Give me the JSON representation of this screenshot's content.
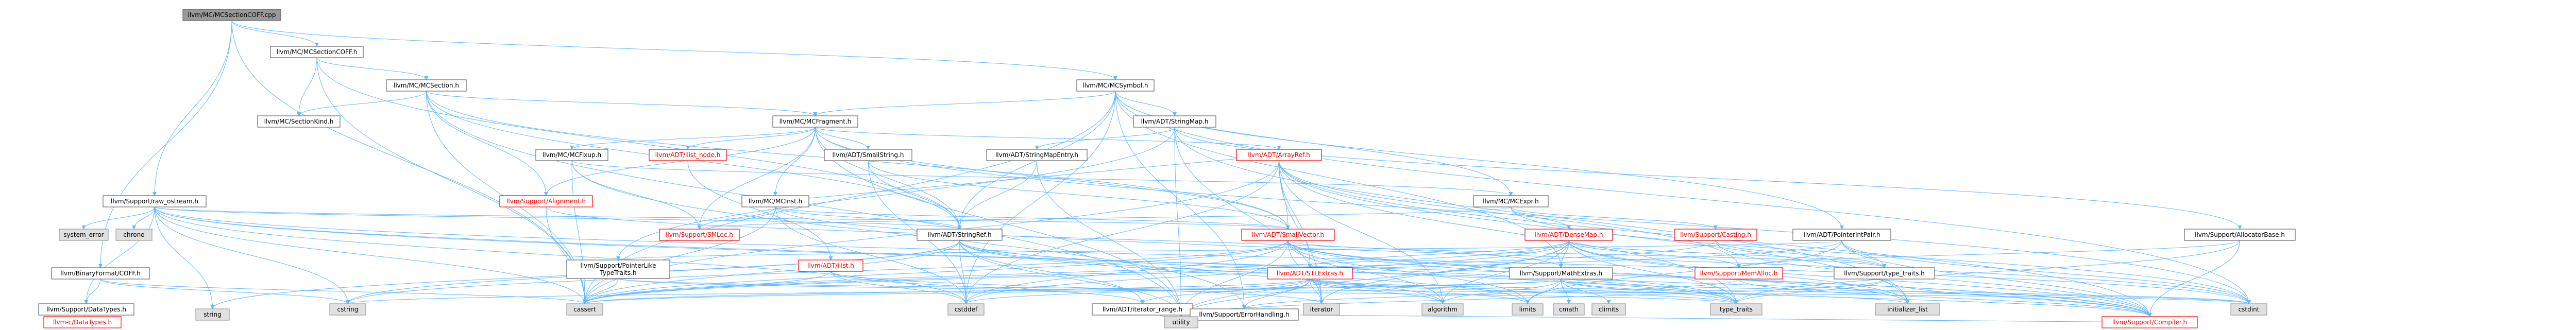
{
  "colors": {
    "root_fill": "#999999",
    "node_fill": "#ffffff",
    "node_border": "#666666",
    "node_border_red": "#ff0000",
    "system_fill": "#e0e0e0",
    "system_border": "#999999",
    "text": "#000000",
    "text_red": "#ff0000",
    "edge": "#63b8ff"
  },
  "nodes": [
    {
      "id": "root",
      "label": "llvm/MC/MCSectionCOFF.cpp",
      "kind": "root"
    },
    {
      "id": "mcsectioncoff",
      "label": "llvm/MC/MCSectionCOFF.h",
      "kind": "normal"
    },
    {
      "id": "mcsymbol",
      "label": "llvm/MC/MCSymbol.h",
      "kind": "normal"
    },
    {
      "id": "mcsection",
      "label": "llvm/MC/MCSection.h",
      "kind": "normal"
    },
    {
      "id": "mcsectionkind",
      "label": "llvm/MC/SectionKind.h",
      "kind": "normal"
    },
    {
      "id": "mcfragment",
      "label": "llvm/MC/MCFragment.h",
      "kind": "normal"
    },
    {
      "id": "stringmap",
      "label": "llvm/ADT/StringMap.h",
      "kind": "normal"
    },
    {
      "id": "rawostream",
      "label": "llvm/Support/raw_ostream.h",
      "kind": "normal"
    },
    {
      "id": "mcfixup",
      "label": "llvm/MC/MCFixup.h",
      "kind": "normal"
    },
    {
      "id": "ilistnode",
      "label": "llvm/ADT/ilist_node.h",
      "kind": "red"
    },
    {
      "id": "mcinst",
      "label": "llvm/MC/MCInst.h",
      "kind": "normal"
    },
    {
      "id": "smallstring",
      "label": "llvm/ADT/SmallString.h",
      "kind": "normal"
    },
    {
      "id": "stringmapentry",
      "label": "llvm/ADT/StringMapEntry.h",
      "kind": "normal"
    },
    {
      "id": "arrayref",
      "label": "llvm/ADT/ArrayRef.h",
      "kind": "red"
    },
    {
      "id": "mcexpr",
      "label": "llvm/MC/MCExpr.h",
      "kind": "normal"
    },
    {
      "id": "pointerintpair",
      "label": "llvm/ADT/PointerIntPair.h",
      "kind": "normal"
    },
    {
      "id": "allocatorbase",
      "label": "llvm/Support/AllocatorBase.h",
      "kind": "normal"
    },
    {
      "id": "systemerror",
      "label": "system_error",
      "kind": "system"
    },
    {
      "id": "chrono",
      "label": "chrono",
      "kind": "system"
    },
    {
      "id": "alignment",
      "label": "llvm/Support/Alignment.h",
      "kind": "red"
    },
    {
      "id": "smloc",
      "label": "llvm/Support/SMLoc.h",
      "kind": "red"
    },
    {
      "id": "stringref",
      "label": "llvm/ADT/StringRef.h",
      "kind": "normal"
    },
    {
      "id": "smallvector",
      "label": "llvm/ADT/SmallVector.h",
      "kind": "red"
    },
    {
      "id": "densemap",
      "label": "llvm/ADT/DenseMap.h",
      "kind": "red"
    },
    {
      "id": "casting",
      "label": "llvm/Support/Casting.h",
      "kind": "red"
    },
    {
      "id": "binaryformatcoff",
      "label": "llvm/BinaryFormat/COFF.h",
      "kind": "normal"
    },
    {
      "id": "pointerliketypetraits",
      "label": "llvm/Support/PointerLike\nTypeTraits.h",
      "kind": "normal"
    },
    {
      "id": "ilist",
      "label": "llvm/ADT/ilist.h",
      "kind": "red"
    },
    {
      "id": "stlextras",
      "label": "llvm/ADT/STLExtras.h",
      "kind": "red"
    },
    {
      "id": "mathextras",
      "label": "llvm/Support/MathExtras.h",
      "kind": "normal"
    },
    {
      "id": "memalloc",
      "label": "llvm/Support/MemAlloc.h",
      "kind": "red"
    },
    {
      "id": "typetraits",
      "label": "llvm/Support/type_traits.h",
      "kind": "normal"
    },
    {
      "id": "supportdatatypes",
      "label": "llvm/Support/DataTypes.h",
      "kind": "normal"
    },
    {
      "id": "cstring",
      "label": "cstring",
      "kind": "system"
    },
    {
      "id": "cassert",
      "label": "cassert",
      "kind": "system"
    },
    {
      "id": "cstddef",
      "label": "cstddef",
      "kind": "system"
    },
    {
      "id": "iteratorrange",
      "label": "llvm/ADT/iterator_range.h",
      "kind": "normal"
    },
    {
      "id": "errorhandling",
      "label": "llvm/Support/ErrorHandling.h",
      "kind": "normal"
    },
    {
      "id": "iterator",
      "label": "iterator",
      "kind": "system"
    },
    {
      "id": "algorithm",
      "label": "algorithm",
      "kind": "system"
    },
    {
      "id": "limits",
      "label": "limits",
      "kind": "system"
    },
    {
      "id": "cmath",
      "label": "cmath",
      "kind": "system"
    },
    {
      "id": "climits",
      "label": "climits",
      "kind": "system"
    },
    {
      "id": "typetraitsstd",
      "label": "type_traits",
      "kind": "system"
    },
    {
      "id": "initializerlist",
      "label": "initializer_list",
      "kind": "system"
    },
    {
      "id": "cstdint",
      "label": "cstdint",
      "kind": "system"
    },
    {
      "id": "cdatatypes",
      "label": "llvm-c/DataTypes.h",
      "kind": "red"
    },
    {
      "id": "string",
      "label": "string",
      "kind": "system"
    },
    {
      "id": "utility",
      "label": "utility",
      "kind": "system"
    },
    {
      "id": "compiler",
      "label": "llvm/Support/Compiler.h",
      "kind": "red"
    }
  ],
  "edges": [
    [
      "root",
      "mcsectioncoff"
    ],
    [
      "root",
      "mcsymbol"
    ],
    [
      "root",
      "rawostream"
    ],
    [
      "root",
      "binaryformatcoff"
    ],
    [
      "root",
      "cassert"
    ],
    [
      "mcsectioncoff",
      "mcsection"
    ],
    [
      "mcsectioncoff",
      "mcsectionkind"
    ],
    [
      "mcsectioncoff",
      "stringref"
    ],
    [
      "mcsectioncoff",
      "cassert"
    ],
    [
      "mcsection",
      "mcsectionkind"
    ],
    [
      "mcsection",
      "mcfragment"
    ],
    [
      "mcsection",
      "smallvector"
    ],
    [
      "mcsection",
      "alignment"
    ],
    [
      "mcsection",
      "cassert"
    ],
    [
      "mcsection",
      "utility"
    ],
    [
      "mcsection",
      "stringref"
    ],
    [
      "mcfragment",
      "mcfixup"
    ],
    [
      "mcfragment",
      "mcinst"
    ],
    [
      "mcfragment",
      "ilistnode"
    ],
    [
      "mcfragment",
      "smallstring"
    ],
    [
      "mcfragment",
      "arrayref"
    ],
    [
      "mcfragment",
      "smallvector"
    ],
    [
      "mcfragment",
      "stringref"
    ],
    [
      "mcfragment",
      "alignment"
    ],
    [
      "mcfragment",
      "smloc"
    ],
    [
      "mcfragment",
      "cstdint"
    ],
    [
      "mcfragment",
      "utility"
    ],
    [
      "mcsymbol",
      "stringmap"
    ],
    [
      "mcsymbol",
      "mcfragment"
    ],
    [
      "mcsymbol",
      "mcexpr"
    ],
    [
      "mcsymbol",
      "pointerintpair"
    ],
    [
      "mcsymbol",
      "stringref"
    ],
    [
      "mcsymbol",
      "errorhandling"
    ],
    [
      "mcsymbol",
      "cassert"
    ],
    [
      "mcsymbol",
      "cstddef"
    ],
    [
      "mcsymbol",
      "cstdint"
    ],
    [
      "mcsymbol",
      "mathextras"
    ],
    [
      "stringmap",
      "stringmapentry"
    ],
    [
      "stringmap",
      "allocatorbase"
    ],
    [
      "stringmap",
      "iterator"
    ],
    [
      "stringmap",
      "initializerlist"
    ],
    [
      "stringmap",
      "utility"
    ],
    [
      "stringmap",
      "pointerliketypetraits"
    ],
    [
      "stringmapentry",
      "stringref"
    ],
    [
      "stringmapentry",
      "utility"
    ],
    [
      "smallstring",
      "smallvector"
    ],
    [
      "smallstring",
      "stringref"
    ],
    [
      "smallstring",
      "cstddef"
    ],
    [
      "mcinst",
      "smallvector"
    ],
    [
      "mcinst",
      "stringref"
    ],
    [
      "mcinst",
      "smloc"
    ],
    [
      "mcinst",
      "cassert"
    ],
    [
      "mcinst",
      "cstddef"
    ],
    [
      "mcinst",
      "cstdint"
    ],
    [
      "mcinst",
      "arrayref"
    ],
    [
      "mcfixup",
      "mcexpr"
    ],
    [
      "mcfixup",
      "smloc"
    ],
    [
      "mcfixup",
      "errorhandling"
    ],
    [
      "mcfixup",
      "cassert"
    ],
    [
      "mcexpr",
      "densemap"
    ],
    [
      "mcexpr",
      "casting"
    ],
    [
      "mcexpr",
      "smloc"
    ],
    [
      "mcexpr",
      "cstdint"
    ],
    [
      "arrayref",
      "smallvector"
    ],
    [
      "arrayref",
      "stlextras"
    ],
    [
      "arrayref",
      "compiler"
    ],
    [
      "arrayref",
      "algorithm"
    ],
    [
      "arrayref",
      "cassert"
    ],
    [
      "arrayref",
      "cstddef"
    ],
    [
      "arrayref",
      "initializerlist"
    ],
    [
      "arrayref",
      "iterator"
    ],
    [
      "arrayref",
      "memalloc"
    ],
    [
      "arrayref",
      "typetraitsstd"
    ],
    [
      "ilistnode",
      "ilist"
    ],
    [
      "pointerintpair",
      "pointerliketypetraits"
    ],
    [
      "pointerintpair",
      "compiler"
    ],
    [
      "pointerintpair",
      "typetraits"
    ],
    [
      "pointerintpair",
      "cassert"
    ],
    [
      "pointerintpair",
      "cstdint"
    ],
    [
      "pointerintpair",
      "limits"
    ],
    [
      "allocatorbase",
      "compiler"
    ],
    [
      "allocatorbase",
      "memalloc"
    ],
    [
      "allocatorbase",
      "typetraitsstd"
    ],
    [
      "rawostream",
      "stringref"
    ],
    [
      "rawostream",
      "smallvector"
    ],
    [
      "rawostream",
      "compiler"
    ],
    [
      "rawostream",
      "datatypes"
    ],
    [
      "rawostream",
      "cassert"
    ],
    [
      "rawostream",
      "chrono"
    ],
    [
      "rawostream",
      "cstddef"
    ],
    [
      "rawostream",
      "cstdint"
    ],
    [
      "rawostream",
      "cstring"
    ],
    [
      "rawostream",
      "optional"
    ],
    [
      "rawostream",
      "string"
    ],
    [
      "rawostream",
      "systemerror"
    ],
    [
      "rawostream",
      "typetraitsstd"
    ],
    [
      "rawostream",
      "supportdatatypes"
    ],
    [
      "alignment",
      "mathextras"
    ],
    [
      "alignment",
      "cassert"
    ],
    [
      "alignment",
      "optional"
    ],
    [
      "stringref",
      "densemapinfo"
    ],
    [
      "stringref",
      "iteratorrange"
    ],
    [
      "stringref",
      "compiler"
    ],
    [
      "stringref",
      "algorithm"
    ],
    [
      "stringref",
      "cassert"
    ],
    [
      "stringref",
      "cstddef"
    ],
    [
      "stringref",
      "cstring"
    ],
    [
      "stringref",
      "limits"
    ],
    [
      "stringref",
      "string"
    ],
    [
      "stringref",
      "typetraitsstd"
    ],
    [
      "stringref",
      "utility"
    ],
    [
      "smallvector",
      "compiler"
    ],
    [
      "smallvector",
      "typetraits"
    ],
    [
      "smallvector",
      "algorithm"
    ],
    [
      "smallvector",
      "cassert"
    ],
    [
      "smallvector",
      "cstddef"
    ],
    [
      "smallvector",
      "cstdlib"
    ],
    [
      "smallvector",
      "cstring"
    ],
    [
      "smallvector",
      "functional"
    ],
    [
      "smallvector",
      "initializerlist"
    ],
    [
      "smallvector",
      "iterator"
    ],
    [
      "smallvector",
      "limits"
    ],
    [
      "smallvector",
      "memory"
    ],
    [
      "smallvector",
      "newh"
    ],
    [
      "smallvector",
      "typetraitsstd"
    ],
    [
      "smallvector",
      "utility"
    ],
    [
      "densemap",
      "mathextras"
    ],
    [
      "densemap",
      "memalloc"
    ],
    [
      "densemap",
      "typetraits"
    ],
    [
      "densemap",
      "algorithm"
    ],
    [
      "densemap",
      "cassert"
    ],
    [
      "densemap",
      "cstddef"
    ],
    [
      "densemap",
      "initializerlist"
    ],
    [
      "densemap",
      "iterator"
    ],
    [
      "densemap",
      "newh"
    ],
    [
      "densemap",
      "typetraitsstd"
    ],
    [
      "densemap",
      "utility"
    ],
    [
      "densemap",
      "compiler"
    ],
    [
      "densemap",
      "stlextras"
    ],
    [
      "casting",
      "compiler"
    ],
    [
      "casting",
      "typetraits"
    ],
    [
      "casting",
      "cassert"
    ],
    [
      "binaryformatcoff",
      "supportdatatypes"
    ],
    [
      "binaryformatcoff",
      "cassert"
    ],
    [
      "binaryformatcoff",
      "cstring"
    ],
    [
      "pointerliketypetraits",
      "cassert"
    ],
    [
      "pointerliketypetraits",
      "cstdint"
    ],
    [
      "pointerliketypetraits",
      "typetraitsstd"
    ],
    [
      "ilist",
      "iteratorrange"
    ],
    [
      "ilist",
      "cassert"
    ],
    [
      "ilist",
      "cstddef"
    ],
    [
      "ilist",
      "iterator"
    ],
    [
      "stlextras",
      "iteratorrange"
    ],
    [
      "stlextras",
      "errorhandling"
    ],
    [
      "stlextras",
      "algorithm"
    ],
    [
      "stlextras",
      "cassert"
    ],
    [
      "stlextras",
      "cstddef"
    ],
    [
      "stlextras",
      "cstdint"
    ],
    [
      "stlextras",
      "iterator"
    ],
    [
      "stlextras",
      "limits"
    ],
    [
      "stlextras",
      "typetraitsstd"
    ],
    [
      "stlextras",
      "utility"
    ],
    [
      "stlextras",
      "initializerlist"
    ],
    [
      "mathextras",
      "compiler"
    ],
    [
      "mathextras",
      "algorithm"
    ],
    [
      "mathextras",
      "cassert"
    ],
    [
      "mathextras",
      "climits"
    ],
    [
      "mathextras",
      "cmath"
    ],
    [
      "mathextras",
      "cstdint"
    ],
    [
      "mathextras",
      "cstring"
    ],
    [
      "mathextras",
      "limits"
    ],
    [
      "mathextras",
      "typetraitsstd"
    ],
    [
      "memalloc",
      "compiler"
    ],
    [
      "memalloc",
      "errorhandling"
    ],
    [
      "memalloc",
      "cstdlib"
    ],
    [
      "typetraits",
      "compiler"
    ],
    [
      "typetraits",
      "typetraitsstd"
    ],
    [
      "typetraits",
      "utility"
    ],
    [
      "supportdatatypes",
      "cdatatypes"
    ],
    [
      "iteratorrange",
      "utility"
    ],
    [
      "errorhandling",
      "compiler"
    ]
  ]
}
